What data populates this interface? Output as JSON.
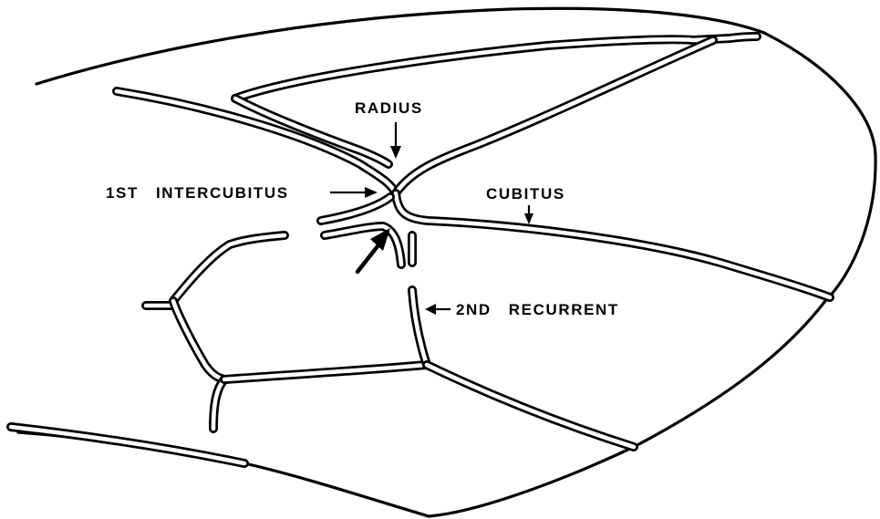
{
  "labels": {
    "radius": "RADIUS",
    "first_intercubitus": "1ST   INTERCUBITUS",
    "cubitus": "CUBITUS",
    "second_recurrent": "2ND   RECURRENT"
  },
  "colors": {
    "ink": "#000000",
    "paper": "#ffffff"
  }
}
